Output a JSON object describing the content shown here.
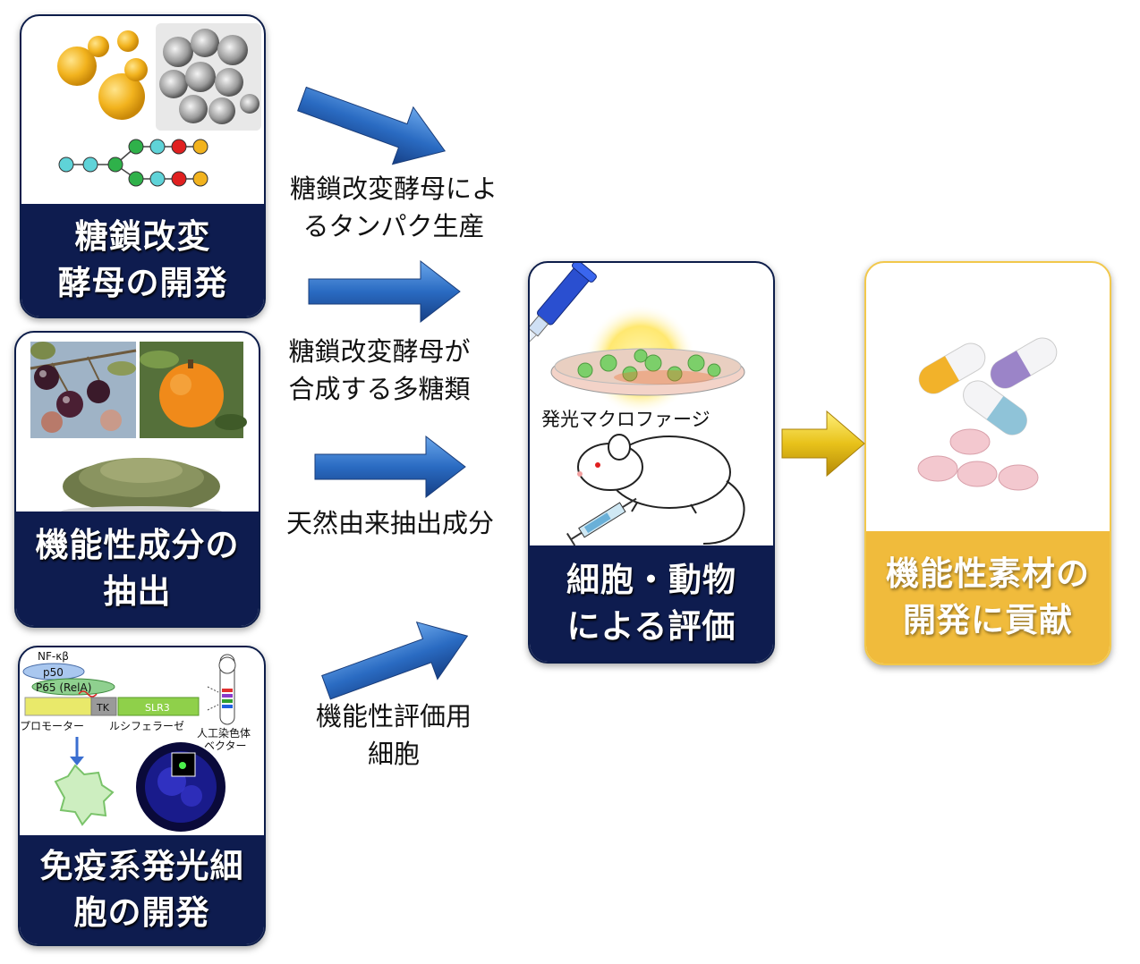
{
  "boxes": {
    "yeast": {
      "line1": "糖鎖改変",
      "line2": "酵母の開発"
    },
    "extract": {
      "line1": "機能性成分の",
      "line2": "抽出"
    },
    "immune": {
      "line1": "免疫系発光細",
      "line2": "胞の開発"
    },
    "eval": {
      "line1": "細胞・動物",
      "line2": "による評価",
      "macrophage_label": "発光マクロファージ"
    },
    "result": {
      "line1": "機能性素材の",
      "line2": "開発に貢献"
    }
  },
  "captions": {
    "c1": {
      "line1": "糖鎖改変酵母によ",
      "line2": "るタンパク生産"
    },
    "c2": {
      "line1": "糖鎖改変酵母が",
      "line2": "合成する多糖類"
    },
    "c3": {
      "line1": "天然由来抽出成分"
    },
    "c4": {
      "line1": "機能性評価用",
      "line2": "細胞"
    }
  },
  "construct": {
    "nfkb": "NF-κβ",
    "p50": "p50",
    "p65": "P65 (RelA)",
    "tk": "TK",
    "slr3": "SLR3",
    "promoter": "プロモーター",
    "luciferase": "ルシフェラーゼ",
    "vector_line1": "人工染色体",
    "vector_line2": "ベクター"
  },
  "colors": {
    "navy": "#0e1c4f",
    "gold": "#f0bb3c",
    "arrow_blue": "#2a6bc2",
    "arrow_gold": "#e8c21a"
  }
}
